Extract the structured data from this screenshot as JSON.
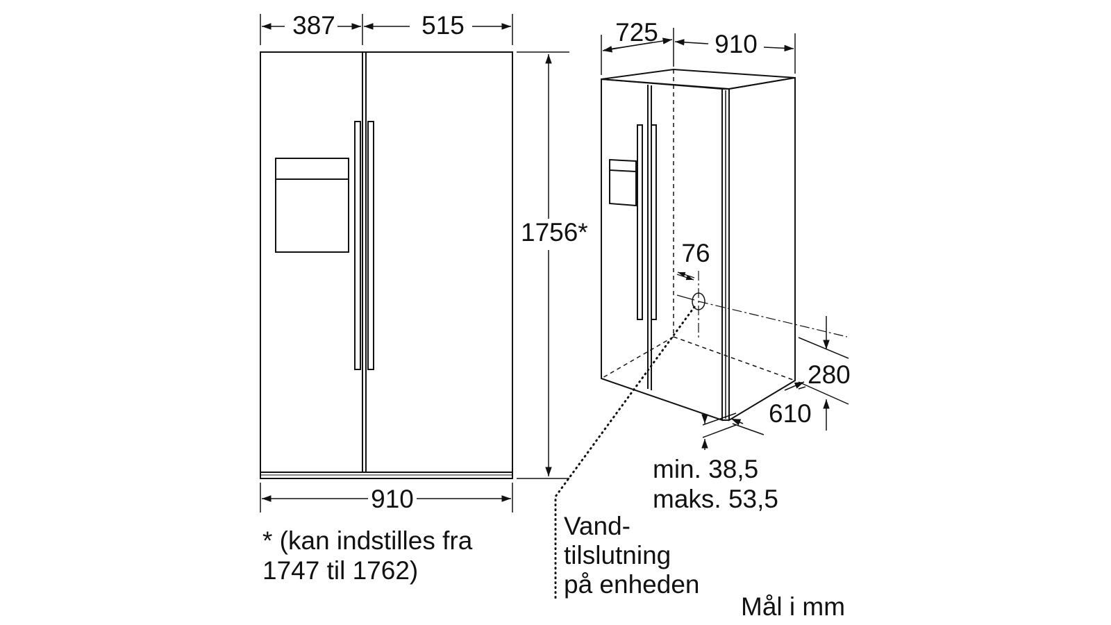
{
  "front_view": {
    "width_left_door": "387",
    "width_right_door": "515",
    "height": "1756*",
    "total_width": "910"
  },
  "side_view": {
    "depth_top": "725",
    "width_top": "910",
    "water_offset": "76",
    "water_height": "280",
    "bottom_depth": "610",
    "min_label": "min. 38,5",
    "max_label": "maks. 53,5"
  },
  "notes": {
    "adjust_line1": "* (kan indstilles fra",
    "adjust_line2": "1747 til 1762)",
    "water_line1": "Vand-",
    "water_line2": "tilslutning",
    "water_line3": "på enheden",
    "units": "Mål i mm"
  },
  "colors": {
    "line": "#111111",
    "background": "#ffffff"
  }
}
